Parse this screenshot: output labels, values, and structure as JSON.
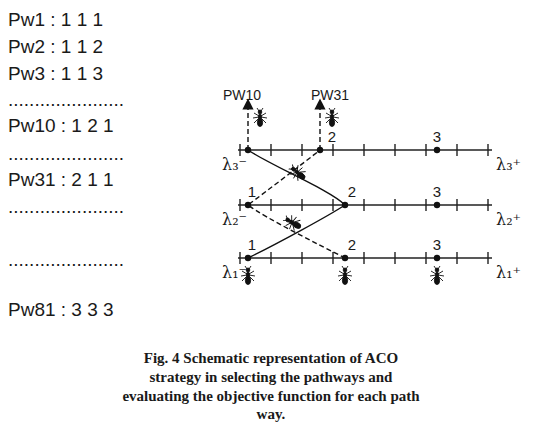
{
  "diagram": {
    "caption": "Fig. 4 Schematic representation of ACO strategy in selecting the pathways and evaluating the objective function for each path way.",
    "labels": [
      "Pw1  : 1 1 1",
      "Pw2  : 1 1 2",
      "Pw3  : 1 1 3",
      "......................",
      "Pw10 : 1 2 1",
      "......................",
      "Pw31 : 2 1 1",
      "......................",
      "......................",
      "Pw81 : 3 3 3",
      "PW10",
      "PW31",
      "2",
      "3",
      "1",
      "2",
      "3",
      "1",
      "2",
      "3",
      "λ₃⁻",
      "λ₂⁻",
      "λ₁⁻",
      "λ₃⁺",
      "λ₂⁺",
      "λ₁⁺"
    ]
  }
}
